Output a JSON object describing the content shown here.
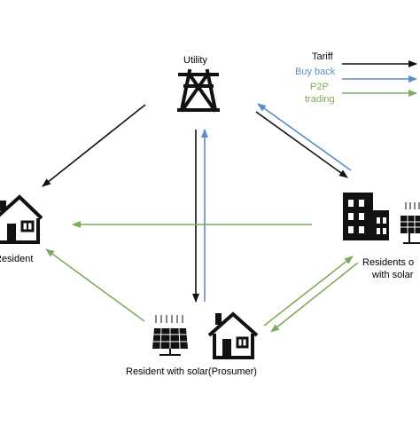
{
  "nodes": {
    "utility": "Utility",
    "resident": "Resident",
    "prosumer": "Resident with solar(Prosumer)",
    "residents_other_line1": "Residents o",
    "residents_other_line2": "with solar"
  },
  "legend": {
    "tariff": "Tariff",
    "buy_back": "Buy back",
    "p2p_line1": "P2P",
    "p2p_line2": "trading"
  },
  "colors": {
    "tariff": "#111111",
    "buy_back": "#5b8ec6",
    "p2p": "#7fac5a"
  },
  "icons": {
    "utility": "transmission-tower-icon",
    "resident": "house-icon",
    "prosumer_panel": "solar-panel-icon",
    "prosumer_house": "house-icon",
    "apartments": "apartment-building-icon",
    "apartments_panel": "solar-panel-icon"
  }
}
